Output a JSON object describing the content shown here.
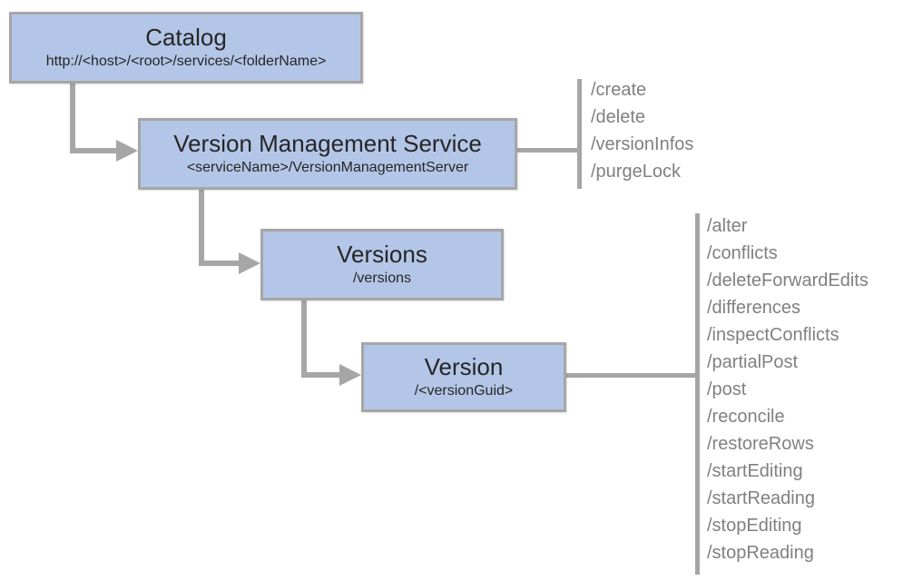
{
  "diagram": {
    "colors": {
      "node_fill": "#b4c6e7",
      "node_border": "#a6a6a6",
      "connector": "#a6a6a6",
      "list_text": "#808080",
      "title_text": "#262626",
      "background": "#ffffff"
    },
    "nodes": [
      {
        "id": "catalog",
        "title": "Catalog",
        "subtitle": "http://<host>/<root>/services/<folderName>"
      },
      {
        "id": "vms",
        "title": "Version Management Service",
        "subtitle": "<serviceName>/VersionManagementServer"
      },
      {
        "id": "versions",
        "title": "Versions",
        "subtitle": "/versions"
      },
      {
        "id": "version",
        "title": "Version",
        "subtitle": "/<versionGuid>"
      }
    ],
    "operation_lists": [
      {
        "attached_to": "vms",
        "items": [
          "/create",
          "/delete",
          "/versionInfos",
          "/purgeLock"
        ]
      },
      {
        "attached_to": "version",
        "items": [
          "/alter",
          "/conflicts",
          "/deleteForwardEdits",
          "/differences",
          "/inspectConflicts",
          "/partialPost",
          "/post",
          "/reconcile",
          "/restoreRows",
          "/startEditing",
          "/startReading",
          "/stopEditing",
          "/stopReading"
        ]
      }
    ]
  }
}
